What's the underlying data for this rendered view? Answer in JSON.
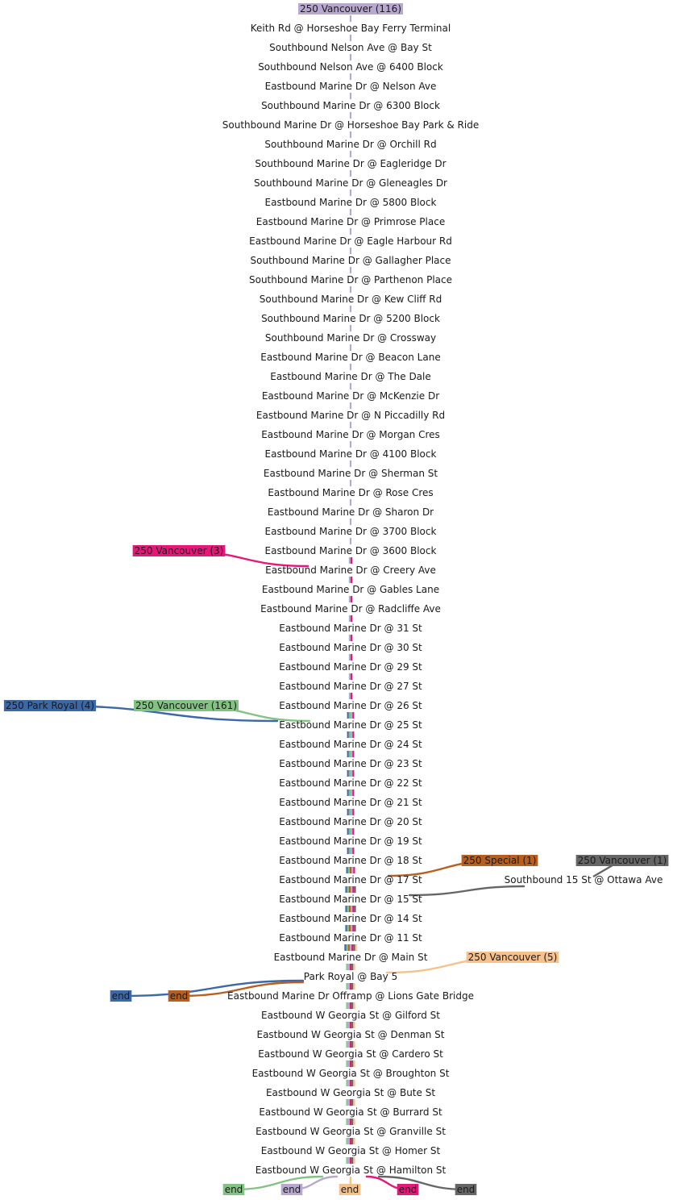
{
  "routes": [
    {
      "key": "vp",
      "label": "250 Vancouver (116)",
      "color": "#b8a7cf",
      "textColor": "#1a1a1a"
    },
    {
      "key": "vm",
      "label": "250 Vancouver (3)",
      "color": "#e7177a",
      "textColor": "#1a1a1a"
    },
    {
      "key": "pr",
      "label": "250 Park Royal (4)",
      "color": "#3b68a8",
      "textColor": "#1a1a1a"
    },
    {
      "key": "vg",
      "label": "250 Vancouver (161)",
      "color": "#82c383",
      "textColor": "#1a1a1a"
    },
    {
      "key": "sp",
      "label": "250 Special (1)",
      "color": "#b85f1f",
      "textColor": "#1a1a1a"
    },
    {
      "key": "gy",
      "label": "250 Vancouver (1)",
      "color": "#666666",
      "textColor": "#1a1a1a"
    },
    {
      "key": "or",
      "label": "250 Vancouver (5)",
      "color": "#f7c18b",
      "textColor": "#1a1a1a"
    }
  ],
  "end_label": "end",
  "stops": [
    "Keith Rd @ Horseshoe Bay Ferry Terminal",
    "Southbound Nelson Ave @ Bay St",
    "Southbound Nelson Ave @ 6400 Block",
    "Eastbound Marine Dr @ Nelson Ave",
    "Southbound Marine Dr @ 6300 Block",
    "Southbound Marine Dr @ Horseshoe Bay Park & Ride",
    "Southbound Marine Dr @ Orchill Rd",
    "Southbound Marine Dr @ Eagleridge Dr",
    "Southbound Marine Dr @ Gleneagles Dr",
    "Eastbound Marine Dr @ 5800 Block",
    "Eastbound Marine Dr @ Primrose Place",
    "Eastbound Marine Dr @ Eagle Harbour Rd",
    "Southbound Marine Dr @ Gallagher Place",
    "Southbound Marine Dr @ Parthenon Place",
    "Southbound Marine Dr @ Kew Cliff Rd",
    "Southbound Marine Dr @ 5200 Block",
    "Southbound Marine Dr @ Crossway",
    "Eastbound Marine Dr @ Beacon Lane",
    "Eastbound Marine Dr @ The Dale",
    "Eastbound Marine Dr @ McKenzie Dr",
    "Eastbound Marine Dr @ N Piccadilly Rd",
    "Eastbound Marine Dr @ Morgan Cres",
    "Eastbound Marine Dr @ 4100 Block",
    "Eastbound Marine Dr @ Sherman St",
    "Eastbound Marine Dr @ Rose Cres",
    "Eastbound Marine Dr @ Sharon Dr",
    "Eastbound Marine Dr @ 3700 Block",
    "Eastbound Marine Dr @ 3600 Block",
    "Eastbound Marine Dr @ Creery Ave",
    "Eastbound Marine Dr @ Gables Lane",
    "Eastbound Marine Dr @ Radcliffe Ave",
    "Eastbound Marine Dr @ 31 St",
    "Eastbound Marine Dr @ 30 St",
    "Eastbound Marine Dr @ 29 St",
    "Eastbound Marine Dr @ 27 St",
    "Eastbound Marine Dr @ 26 St",
    "Eastbound Marine Dr @ 25 St",
    "Eastbound Marine Dr @ 24 St",
    "Eastbound Marine Dr @ 23 St",
    "Eastbound Marine Dr @ 22 St",
    "Eastbound Marine Dr @ 21 St",
    "Eastbound Marine Dr @ 20 St",
    "Eastbound Marine Dr @ 19 St",
    "Eastbound Marine Dr @ 18 St",
    "Eastbound Marine Dr @ 17 St",
    "Eastbound Marine Dr @ 15 St",
    "Eastbound Marine Dr @ 14 St",
    "Eastbound Marine Dr @ 11 St",
    "Eastbound Marine Dr @ Main St",
    "Park Royal @ Bay 5",
    "Eastbound Marine Dr Offramp @ Lions Gate Bridge",
    "Eastbound W Georgia St @ Gilford St",
    "Eastbound W Georgia St @ Denman St",
    "Eastbound W Georgia St @ Cardero St",
    "Eastbound W Georgia St @ Broughton St",
    "Eastbound W Georgia St @ Bute St",
    "Eastbound W Georgia St @ Burrard St",
    "Eastbound W Georgia St @ Granville St",
    "Eastbound W Georgia St @ Homer St",
    "Eastbound W Georgia St @ Hamilton St"
  ],
  "side_stop": "Southbound 15 St @ Ottawa Ave"
}
